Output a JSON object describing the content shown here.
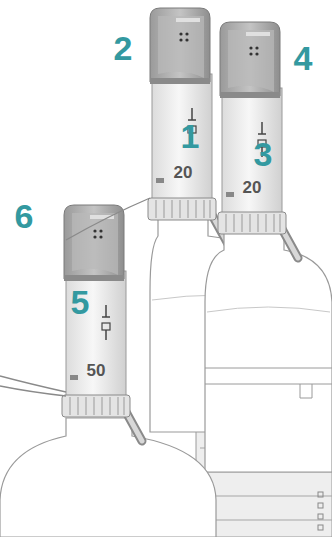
{
  "diagram": {
    "labels": [
      "2",
      "4",
      "1",
      "3",
      "6",
      "5",
      "20",
      "20",
      "50"
    ]
  }
}
